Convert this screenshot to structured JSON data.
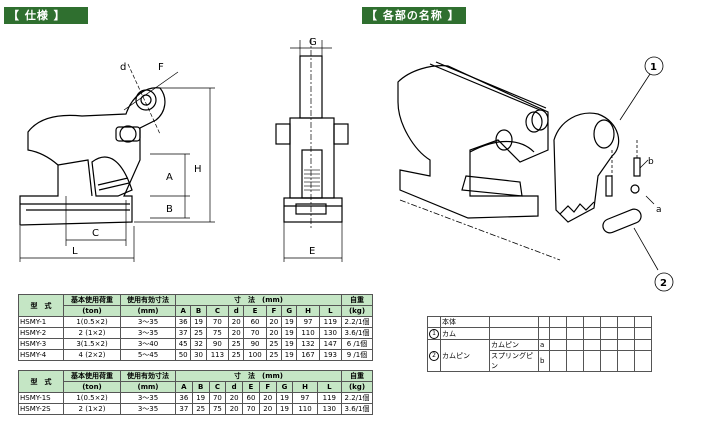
{
  "headers": {
    "spec": "【 仕様 】",
    "parts": "【 各部の名称 】"
  },
  "dim_labels": {
    "d": "d",
    "F": "F",
    "A": "A",
    "B": "B",
    "C": "C",
    "L": "L",
    "H": "H",
    "G": "G",
    "E": "E"
  },
  "callouts": {
    "one": "1",
    "two": "2",
    "a": "a",
    "b": "b"
  },
  "table1": {
    "h_model": "型　式",
    "h_load1": "基本使用荷重",
    "h_load2": "(ton)",
    "h_range1": "使用有効寸法",
    "h_range2": "(mm)",
    "h_dims1": "寸　法　(mm)",
    "h_weight1": "自重",
    "h_weight2": "(kg)",
    "cols": [
      "A",
      "B",
      "C",
      "d",
      "E",
      "F",
      "G",
      "H",
      "L"
    ],
    "rows": [
      {
        "model": "HSMY-1",
        "load": "1(0.5×2)",
        "range": "3〜35",
        "A": "36",
        "B": "19",
        "C": "70",
        "d": "20",
        "E": "60",
        "F": "20",
        "G": "19",
        "H": "97",
        "L": "119",
        "w": "2.2/1個"
      },
      {
        "model": "HSMY-2",
        "load": "2 (1×2)",
        "range": "3〜35",
        "A": "37",
        "B": "25",
        "C": "75",
        "d": "20",
        "E": "70",
        "F": "20",
        "G": "19",
        "H": "110",
        "L": "130",
        "w": "3.6/1個"
      },
      {
        "model": "HSMY-3",
        "load": "3(1.5×2)",
        "range": "3〜40",
        "A": "45",
        "B": "32",
        "C": "90",
        "d": "25",
        "E": "90",
        "F": "25",
        "G": "19",
        "H": "132",
        "L": "147",
        "w": "6 /1個"
      },
      {
        "model": "HSMY-4",
        "load": "4 (2×2)",
        "range": "5〜45",
        "A": "50",
        "B": "30",
        "C": "113",
        "d": "25",
        "E": "100",
        "F": "25",
        "G": "19",
        "H": "167",
        "L": "193",
        "w": "9 /1個"
      }
    ]
  },
  "table2": {
    "rows": [
      {
        "model": "HSMY-1S",
        "load": "1(0.5×2)",
        "range": "3〜35",
        "A": "36",
        "B": "19",
        "C": "70",
        "d": "20",
        "E": "60",
        "F": "20",
        "G": "19",
        "H": "97",
        "L": "119",
        "w": "2.2/1個"
      },
      {
        "model": "HSMY-2S",
        "load": "2 (1×2)",
        "range": "3〜35",
        "A": "37",
        "B": "25",
        "C": "75",
        "d": "20",
        "E": "70",
        "F": "20",
        "G": "19",
        "H": "110",
        "L": "130",
        "w": "3.6/1個"
      }
    ]
  },
  "parts": {
    "body": "本体",
    "cam": "カム",
    "campin": "カムピン",
    "campin2": "カムピン",
    "springpin": "スプリングピン",
    "one": "1",
    "two": "2",
    "a": "a",
    "b": "b"
  },
  "colors": {
    "header_bg": "#2f6f2f",
    "table_header_bg": "#c5e6c5"
  }
}
